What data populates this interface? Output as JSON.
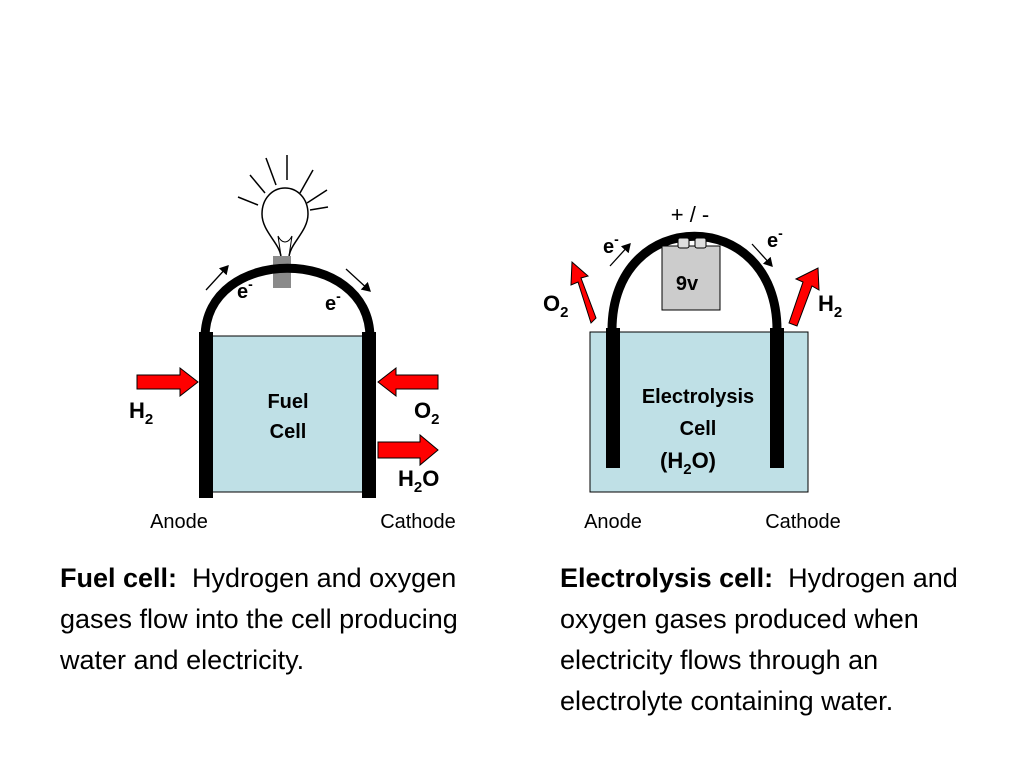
{
  "fuel_cell": {
    "cell_line1": "Fuel",
    "cell_line2": "Cell",
    "anode": "Anode",
    "cathode": "Cathode",
    "electron": "e",
    "electron_charge": "-",
    "h2_main": "H",
    "h2_sub": "2",
    "o2_main": "O",
    "o2_sub": "2",
    "h2o_h": "H",
    "h2o_sub": "2",
    "h2o_o": "O"
  },
  "electrolysis_cell": {
    "cell_line1": "Electrolysis",
    "cell_line2": "Cell",
    "paren_open": "(H",
    "paren_sub": "2",
    "paren_close": "O)",
    "anode": "Anode",
    "cathode": "Cathode",
    "battery_label": "9v",
    "polarity": "+ / -",
    "electron": "e",
    "electron_charge": "-",
    "o2_main": "O",
    "o2_sub": "2",
    "h2_main": "H",
    "h2_sub": "2"
  },
  "captions": {
    "fuel_title": "Fuel cell:",
    "fuel_text": "Hydrogen and oxygen gases flow into the cell producing water and electricity.",
    "electrolysis_title": "Electrolysis cell:",
    "electrolysis_text": "Hydrogen and oxygen gases produced when electricity flows through an electrolyte containing water."
  },
  "colors": {
    "electrolyte": "#bfe0e6",
    "arrow": "#ff0000",
    "electrode": "#000000",
    "battery": "#cccccc"
  }
}
